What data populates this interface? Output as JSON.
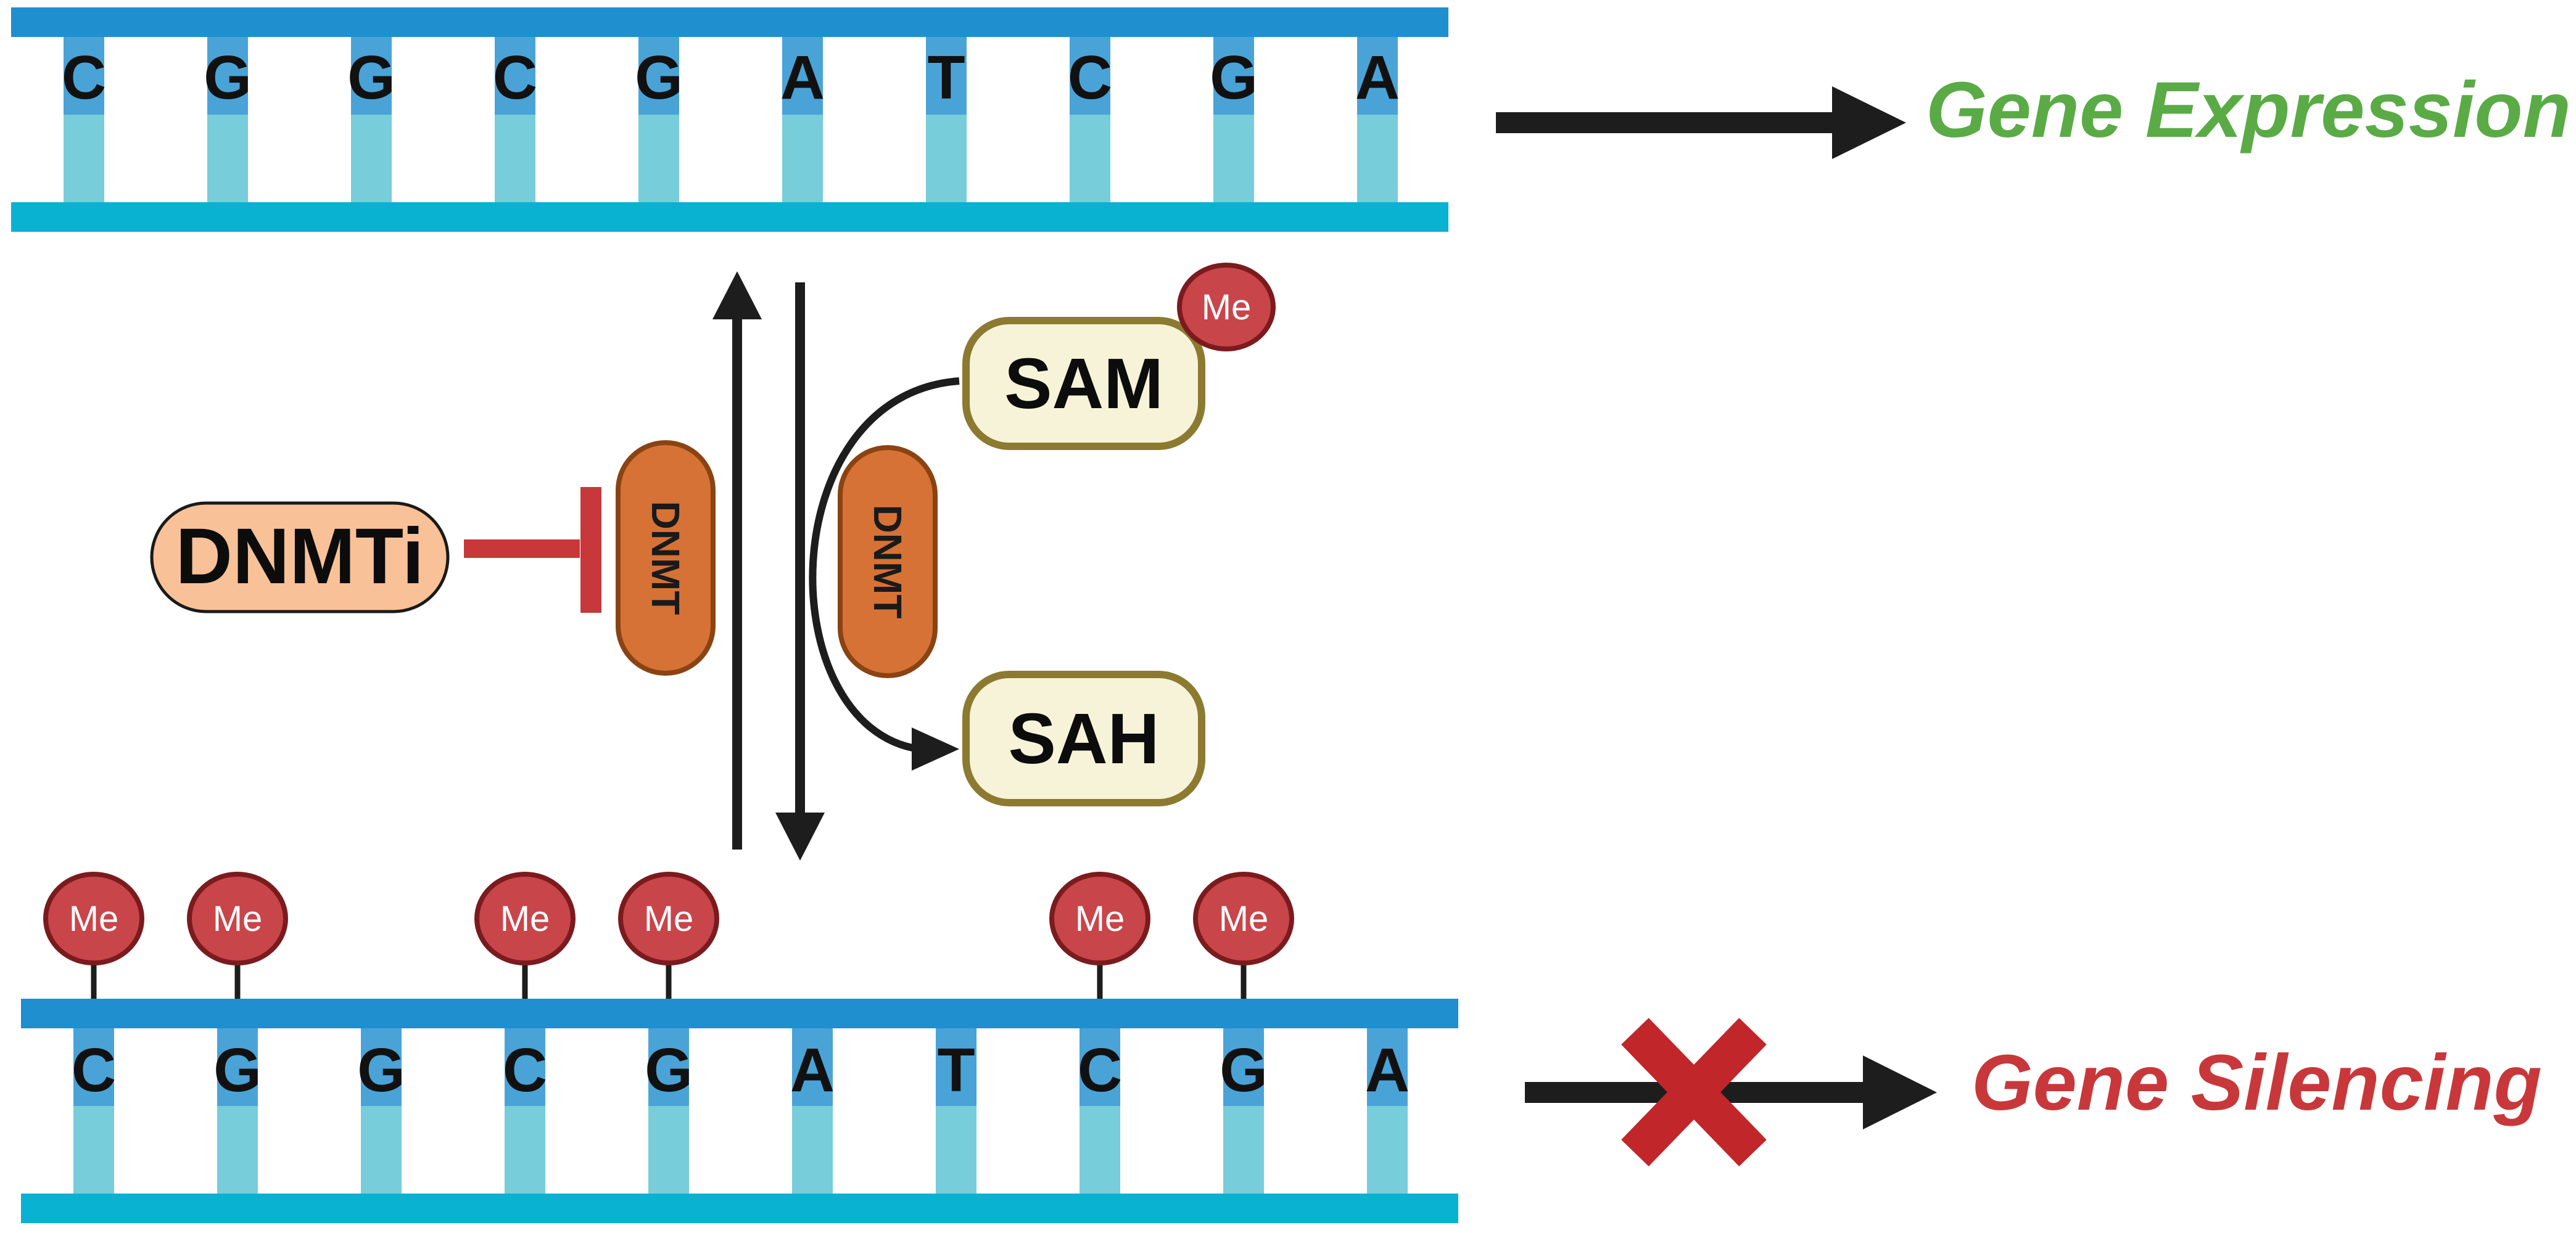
{
  "top_strand": {
    "bases": [
      "C",
      "G",
      "G",
      "C",
      "G",
      "A",
      "T",
      "C",
      "G",
      "A"
    ],
    "outcome_label": "Gene Expression",
    "outcome_color": "#5aab46"
  },
  "bottom_strand": {
    "bases": [
      "C",
      "G",
      "G",
      "C",
      "G",
      "A",
      "T",
      "C",
      "G",
      "A"
    ],
    "methylated_positions": [
      0,
      1,
      3,
      4,
      7,
      8
    ],
    "outcome_label": "Gene Silencing",
    "outcome_color": "#c8383a",
    "blocked_mark_color": "#c0262a"
  },
  "methyl_label": "Me",
  "inhibitor_label": "DNMTi",
  "enzyme_label": "DNMT",
  "donor_label": "SAM",
  "product_label": "SAH",
  "colors": {
    "backbone_blue": "#1f8fd0",
    "backbone_cyan": "#0ab2d2",
    "rung_light": "#77cdd9",
    "rung_dark": "#4aa3d6",
    "methyl_fill": "#c8454a",
    "methyl_stroke": "#7a1b1e",
    "enzyme_fill": "#d67235",
    "enzyme_stroke": "#8a4312",
    "inhibitor_fill": "#f8c197",
    "pill_fill": "#f6f3d8",
    "pill_stroke": "#8c7a31",
    "arrow": "#1d1d1d",
    "inhibit_bar": "#c8383a"
  }
}
